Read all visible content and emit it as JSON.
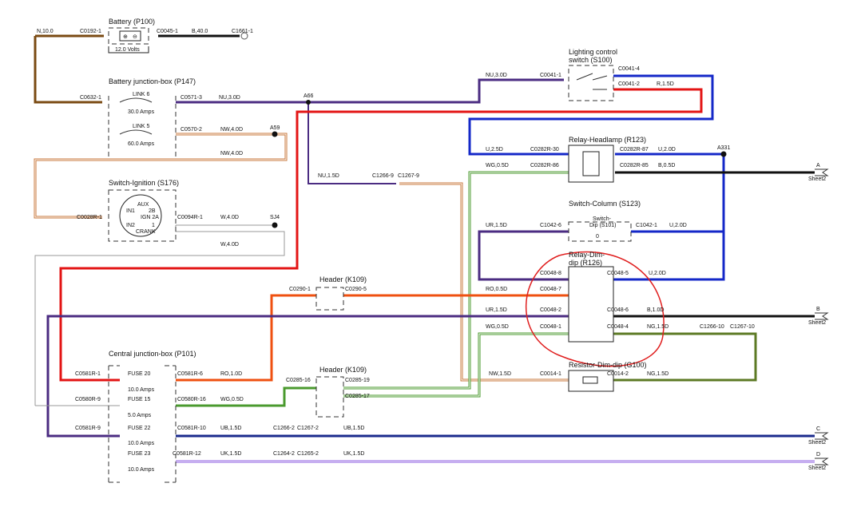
{
  "components": {
    "battery": {
      "title": "Battery (P100)",
      "voltage": "12.0 Volts"
    },
    "battery_jb": {
      "title": "Battery junction-box (P147)",
      "link6": "LINK 6",
      "link6_amps": "30.0 Amps",
      "link5": "LINK 5",
      "link5_amps": "60.0 Amps"
    },
    "switch_ignition": {
      "title": "Switch-Ignition (S176)",
      "aux": "AUX",
      "in1": "IN1",
      "b2": "2B",
      "ign": "IGN 2A",
      "in2": "IN2",
      "one": "1",
      "crank": "CRANK"
    },
    "lighting_switch": {
      "title_line1": "Lighting control",
      "title_line2": "switch (S100)"
    },
    "relay_headlamp": {
      "title": "Relay-Headlamp (R123)"
    },
    "switch_column": {
      "title": "Switch-Column (S123)",
      "inner1": "Switch-",
      "inner2": "Dip (S101)",
      "inner3": "0"
    },
    "relay_dimdip": {
      "title_line1": "Relay-Dim-",
      "title_line2": "dip (R126)"
    },
    "resistor_dimdip": {
      "title": "Resistor-Dim-dip (G100)"
    },
    "header1": {
      "title": "Header (K109)"
    },
    "header2": {
      "title": "Header (K109)"
    },
    "central_jb": {
      "title": "Central junction-box (P101)",
      "fuse20": "FUSE 20",
      "fuse20_amps": "10.0 Amps",
      "fuse15": "FUSE 15",
      "fuse15_amps": "5.0 Amps",
      "fuse22": "FUSE 22",
      "fuse22_amps": "10.0 Amps",
      "fuse23": "FUSE 23",
      "fuse23_amps": "10.0 Amps"
    }
  },
  "labels": {
    "n100": "N,10.0",
    "c0192": "C0192-1",
    "c0045": "C0045-1",
    "b400": "B,40.0",
    "c1661": "C1661-1",
    "c0632": "C0632-1",
    "c0571": "C0571-3",
    "nu30a": "NU,3.0D",
    "a66": "A66",
    "nu30b": "NU,3.0D",
    "c0041_1": "C0041-1",
    "c0041_4": "C0041-4",
    "c0041_2": "C0041-2",
    "r15": "R,1.5D",
    "c0570": "C0570-2",
    "nw40a": "NW,4.0D",
    "a59": "A59",
    "nw40b": "NW,4.0D",
    "u25": "U,2.5D",
    "c0282_30": "C0282R-30",
    "c0282_87": "C0282R-87",
    "u20a": "U,2.0D",
    "a331": "A331",
    "wg05a": "WG,0.5D",
    "c0282_86": "C0282R-86",
    "c0282_85": "C0282R-85",
    "b05": "B,0.5D",
    "nu15": "NU,1.5D",
    "c1266_9": "C1266-9",
    "c1267_9": "C1267-9",
    "c0028": "C0028R-1",
    "c0094": "C0094R-1",
    "w40a": "W,4.0D",
    "sj4": "SJ4",
    "w40b": "W,4.0D",
    "ur15a": "UR,1.5D",
    "c1042_6": "C1042-6",
    "c1042_1": "C1042-1",
    "u20b": "U,2.0D",
    "c0048_8": "C0048-8",
    "c0048_5": "C0048-5",
    "u20c": "U,2.0D",
    "c0290_1": "C0290-1",
    "c0290_5": "C0290-5",
    "ro05": "RO,0.5D",
    "c0048_7": "C0048-7",
    "ur15b": "UR,1.5D",
    "c0048_2": "C0048-2",
    "c0048_6": "C0048-6",
    "b10": "B,1.0D",
    "wg05b": "WG,0.5D",
    "c0048_1": "C0048-1",
    "c0048_4": "C0048-4",
    "ng15a": "NG,1.5D",
    "c1266_10": "C1266-10",
    "c1267_10": "C1267-10",
    "c0581_1": "C0581R-1",
    "c0581_6": "C0581R-6",
    "ro10": "RO,1.0D",
    "c0285_16": "C0285-16",
    "c0285_19": "C0285-19",
    "nw15": "NW,1.5D",
    "c0014_1": "C0014-1",
    "c0014_2": "C0014-2",
    "ng15b": "NG,1.5D",
    "c0580_9": "C0580R-9",
    "c0580_16": "C0580R-16",
    "wg05c": "WG,0.5D",
    "c0285_17": "C0285-17",
    "c0581_9": "C0581R-9",
    "c0581_10": "C0581R-10",
    "ub15a": "UB,1.5D",
    "c1266_2": "C1266-2",
    "c1267_2": "C1267-2",
    "ub15b": "UB,1.5D",
    "c0581_12": "C0581R-12",
    "uk15a": "UK,1.5D",
    "c1264_2": "C1264-2",
    "c1265_2": "C1265-2",
    "uk15b": "UK,1.5D"
  },
  "sheet_refs": [
    {
      "letter": "A",
      "label": "Sheet2"
    },
    {
      "letter": "B",
      "label": "Sheet2"
    },
    {
      "letter": "C",
      "label": "Sheet2"
    },
    {
      "letter": "D",
      "label": "Sheet2"
    }
  ],
  "wire_colors": {
    "brown": "#7a4a12",
    "purple": "#4b2c82",
    "red": "#e31414",
    "blue": "#1428c8",
    "orange_tan": "#c8783c",
    "green": "#4a9a2e",
    "orange": "#ef5010",
    "olive": "#5c7a24",
    "black": "#111111",
    "violet": "#8c5ce0",
    "annotation": "#e02020"
  }
}
